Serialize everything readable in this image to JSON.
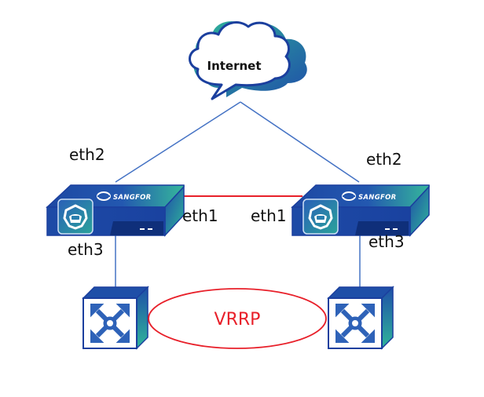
{
  "cloud": {
    "label": "Internet",
    "icon": "cloud-icon"
  },
  "firewalls": [
    {
      "id": "left",
      "brand": "SANGFOR",
      "icon": "firewall-shield-icon",
      "ports": {
        "uplink": "eth2",
        "heartbeat": "eth1",
        "downlink": "eth3"
      }
    },
    {
      "id": "right",
      "brand": "SANGFOR",
      "icon": "firewall-shield-icon",
      "ports": {
        "uplink": "eth2",
        "heartbeat": "eth1",
        "downlink": "eth3"
      }
    }
  ],
  "switches": [
    {
      "id": "left",
      "icon": "switch-arrows-icon"
    },
    {
      "id": "right",
      "icon": "switch-arrows-icon"
    }
  ],
  "protocol": {
    "label": "VRRP"
  },
  "colors": {
    "link_blue": "#4472c4",
    "heartbeat_red": "#e8202a",
    "device_blue": "#1f4fa8",
    "device_teal": "#2fb59a",
    "outline_blue": "#1b3f9e"
  }
}
